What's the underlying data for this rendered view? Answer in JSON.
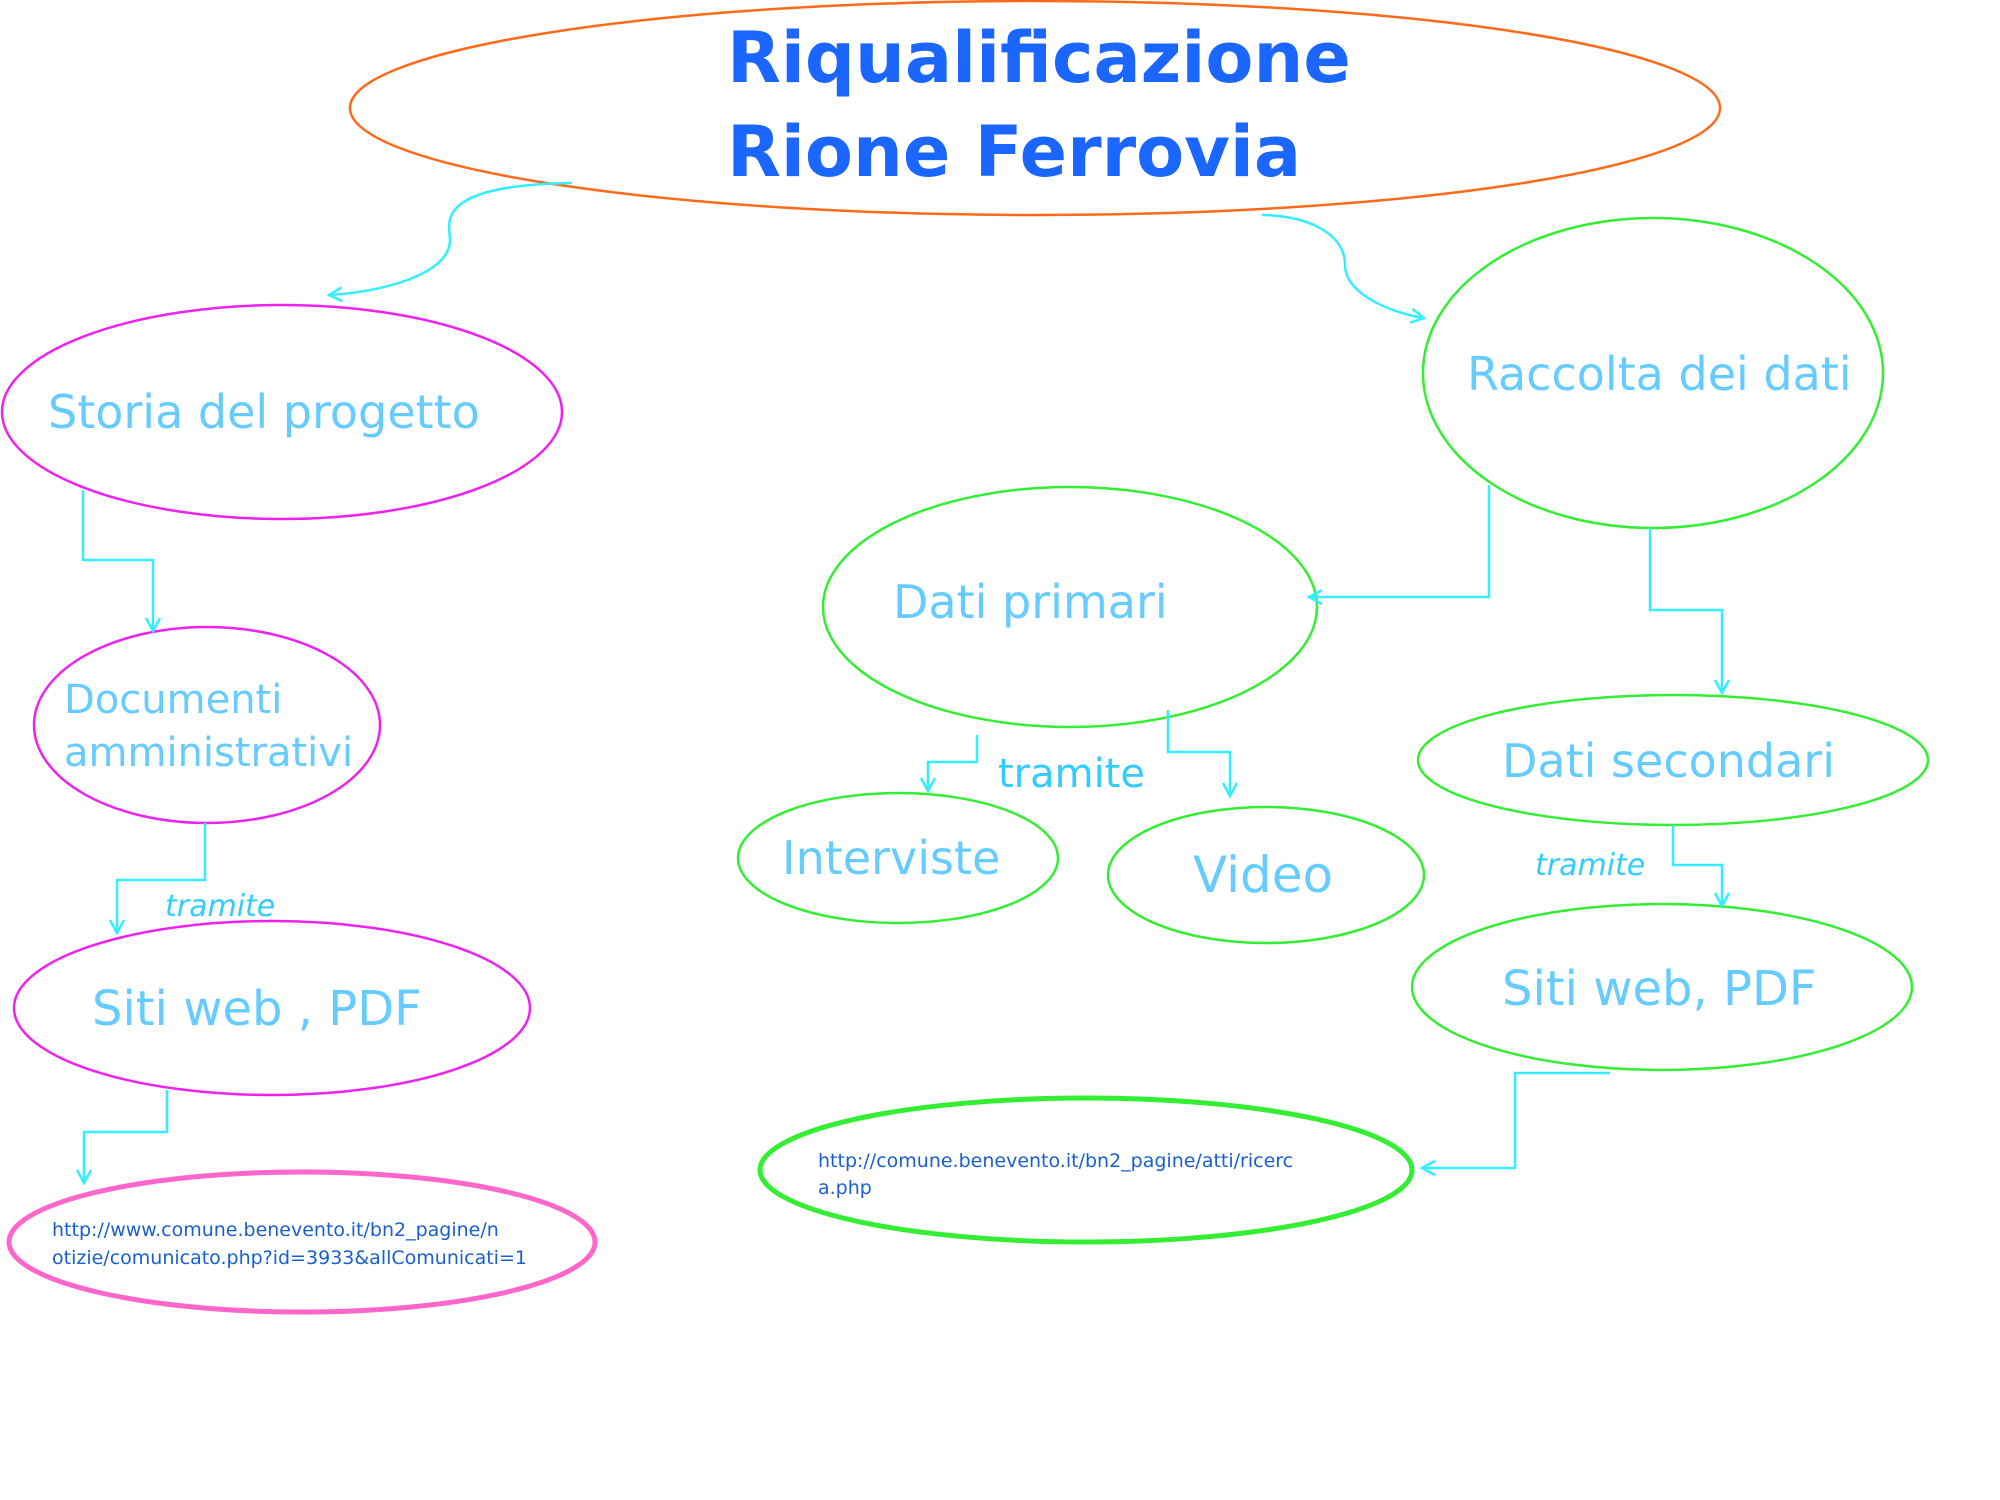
{
  "title": {
    "line1": "Riqualificazione",
    "line2": "Rione Ferrovia"
  },
  "nodes": {
    "storia": "Storia del progetto",
    "documenti_line1": "Documenti",
    "documenti_line2": "amministrativi",
    "siti_left": "Siti web , PDF",
    "link_left_line1": "http://www.comune.benevento.it/bn2_pagine/n",
    "link_left_line2": "otizie/comunicato.php?id=3933&allComunicati=1",
    "raccolta": "Raccolta dei dati",
    "dati_primari": "Dati primari",
    "interviste": "Interviste",
    "video": "Video",
    "dati_secondari": "Dati secondari",
    "siti_right": "Siti web, PDF",
    "link_right_line1": "http://comune.benevento.it/bn2_pagine/atti/ricerc",
    "link_right_line2": "a.php"
  },
  "connectors": {
    "tramite_left": "tramite",
    "tramite_middle": "tramite",
    "tramite_right": "tramite"
  },
  "colors": {
    "title_border": "#ff6a1a",
    "magenta_border": "#ee22ee",
    "pink_border": "#ff66cc",
    "green_border": "#33ee33",
    "arrow": "#33eeff",
    "label": "#66ccff",
    "title_text": "#1a66ff"
  }
}
